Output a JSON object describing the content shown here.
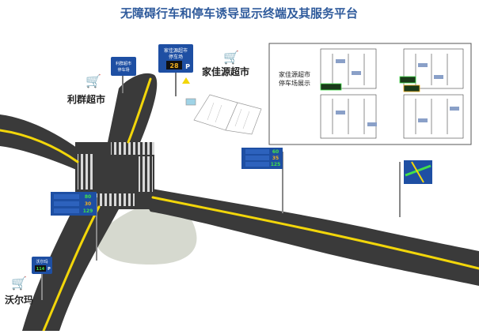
{
  "title": "无障碍行车和停车诱导显示终端及其服务平台",
  "colors": {
    "title": "#2f5b9c",
    "road": "#3a3a3a",
    "lane": "#f2d60a",
    "cart": "#d9262d",
    "sign": "#1e4fa3",
    "digits": "#42e04a",
    "digits_amber": "#f0b020",
    "lot": "#d6d9cf"
  },
  "stores": [
    {
      "name": "利群超市",
      "icon": "shopping-cart-icon"
    },
    {
      "name": "家佳源超市",
      "icon": "shopping-cart-icon"
    },
    {
      "name": "沃尔玛",
      "icon": "shopping-cart-icon"
    }
  ],
  "signs": {
    "top_left": {
      "line1": "利群超市",
      "line2": "停车场"
    },
    "top_center": {
      "line1": "家佳源超市",
      "line2": "停车场",
      "count": "28",
      "unit": "P"
    },
    "right_multi": {
      "counts": [
        "60",
        "35",
        "125"
      ]
    },
    "left_multi": {
      "counts": [
        "80",
        "30",
        "129"
      ]
    },
    "bottom_left": {
      "line1": "沃尔玛",
      "count": "114",
      "unit": "P"
    }
  },
  "display_panel": {
    "label_line1": "家佳源超市",
    "label_line2": "停车场展示"
  }
}
